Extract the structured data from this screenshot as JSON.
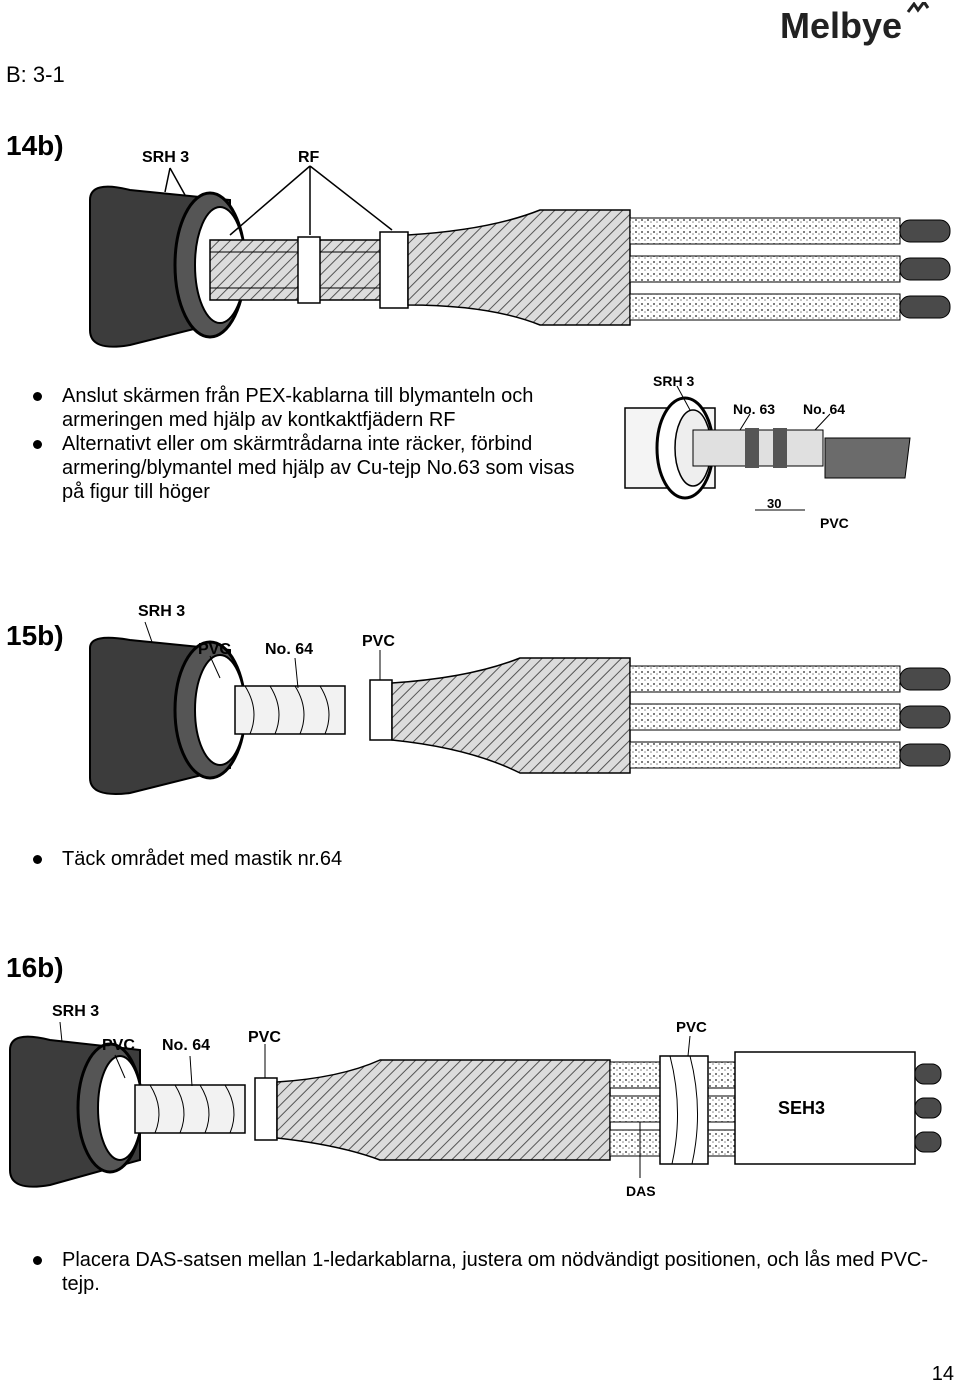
{
  "header": {
    "brand": "Melbye",
    "page_ref": "B: 3-1"
  },
  "step_14b": {
    "heading": "14b)",
    "figure_labels": {
      "srh": "SRH 3",
      "rf": "RF"
    },
    "bullets": [
      "Anslut skärmen från PEX-kablarna till blymanteln och armeringen med hjälp av kontkaktfjädern RF",
      "Alternativt eller om skärmtrådarna inte räcker, förbind armering/blymantel med hjälp av Cu-tejp No.63 som visas på figur till höger"
    ],
    "side_figure_labels": {
      "srh": "SRH 3",
      "no63": "No. 63",
      "no64": "No. 64",
      "dim": "30",
      "pvc": "PVC"
    }
  },
  "step_15b": {
    "heading": "15b)",
    "figure_labels": {
      "srh": "SRH 3",
      "pvc_left": "PVC",
      "no64": "No. 64",
      "pvc_right": "PVC"
    },
    "bullets": [
      "Täck området med mastik nr.64"
    ]
  },
  "step_16b": {
    "heading": "16b)",
    "figure_labels": {
      "srh": "SRH 3",
      "pvc_left": "PVC",
      "no64": "No. 64",
      "pvc_mid": "PVC",
      "pvc_top": "PVC",
      "seh": "SEH3",
      "das": "DAS"
    },
    "bullets": [
      "Placera DAS-satsen mellan 1-ledarkablarna, justera om nödvändigt positionen, och lås med PVC-tejp."
    ]
  },
  "footer": {
    "page_number": "14"
  },
  "colors": {
    "ink": "#000000",
    "cable_dark": "#3a3a3a",
    "cable_mid": "#7a7a7a",
    "hatch": "#bdbdbd"
  }
}
